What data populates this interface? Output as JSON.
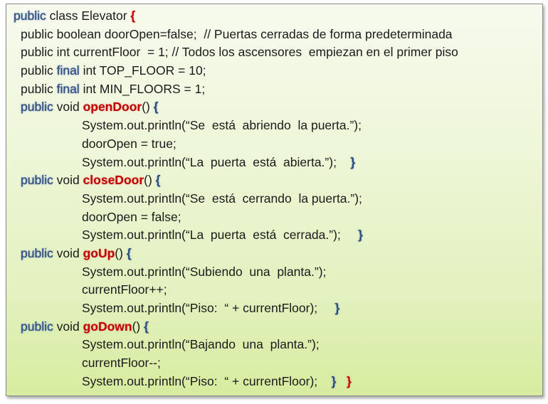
{
  "code": {
    "l1": {
      "kw": "public",
      "t": " class Elevator ",
      "br": "{"
    },
    "l2": {
      "t": "public boolean doorOpen=false;  // Puertas cerradas de forma predeterminada"
    },
    "l3": {
      "t": "public int currentFloor  = 1; // Todos los ascensores  empiezan en el primer piso"
    },
    "l4": {
      "a": "public ",
      "kw": "final",
      "b": " int TOP_FLOOR = 10;"
    },
    "l5": {
      "a": "public ",
      "kw": "final",
      "b": " int MIN_FLOORS = 1;"
    },
    "l6": {
      "kw": "public",
      "a": " void ",
      "fn": "openDoor",
      "b": "() ",
      "bb": "{"
    },
    "l7": {
      "t": "System.out.println(“Se  está  abriendo  la puerta.”);"
    },
    "l8": {
      "t": "doorOpen = true;"
    },
    "l9": {
      "t": "System.out.println(“La  puerta  está  abierta.”);    ",
      "bb": "}"
    },
    "l10": {
      "kw": "public",
      "a": " void ",
      "fn": "closeDoor",
      "b": "() ",
      "bb": "{"
    },
    "l11": {
      "t": "System.out.println(“Se  está  cerrando  la puerta.”);"
    },
    "l12": {
      "t": "doorOpen = false;"
    },
    "l13": {
      "t": "System.out.println(“La  puerta  está  cerrada.”);     ",
      "bb": "}"
    },
    "l14": {
      "kw": "public",
      "a": " void ",
      "fn": "goUp",
      "b": "() ",
      "bb": "{"
    },
    "l15": {
      "t": "System.out.println(“Subiendo  una  planta.”);"
    },
    "l16": {
      "t": "currentFloor++;"
    },
    "l17": {
      "t": "System.out.println(“Piso:  “ + currentFloor);     ",
      "bb": "}"
    },
    "l18": {
      "kw": "public",
      "a": " void ",
      "fn": "goDown",
      "b": "() ",
      "bb": "{"
    },
    "l19": {
      "t": "System.out.println(“Bajando  una  planta.”);"
    },
    "l20": {
      "t": "currentFloor--;"
    },
    "l21": {
      "t": "System.out.println(“Piso:  “ + currentFloor);    ",
      "bb": "}",
      "sp": "   ",
      "br": "}"
    }
  }
}
